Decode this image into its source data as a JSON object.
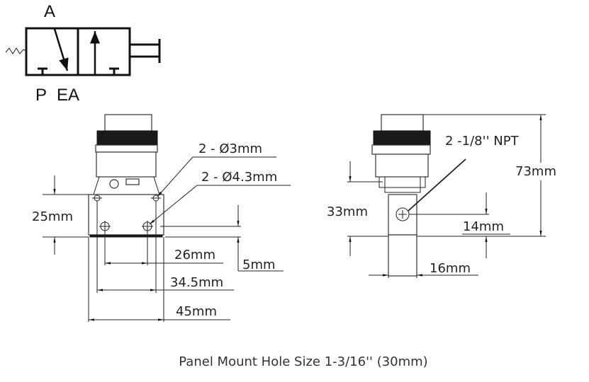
{
  "symbol": {
    "port_a": "A",
    "port_p": "P",
    "port_ea": "EA"
  },
  "left_view": {
    "hole_small": "2 - Ø3mm",
    "hole_large": "2 - Ø4.3mm",
    "height": "25mm",
    "hole_spacing": "26mm",
    "mount_spacing": "34.5mm",
    "width": "45mm",
    "hole_offset": "5mm"
  },
  "right_view": {
    "port_label": "2 -1/8'' NPT",
    "total_height": "73mm",
    "body_height": "33mm",
    "port_height": "14mm",
    "body_width": "16mm"
  },
  "footer": "Panel Mount Hole Size 1-3/16'' (30mm)"
}
